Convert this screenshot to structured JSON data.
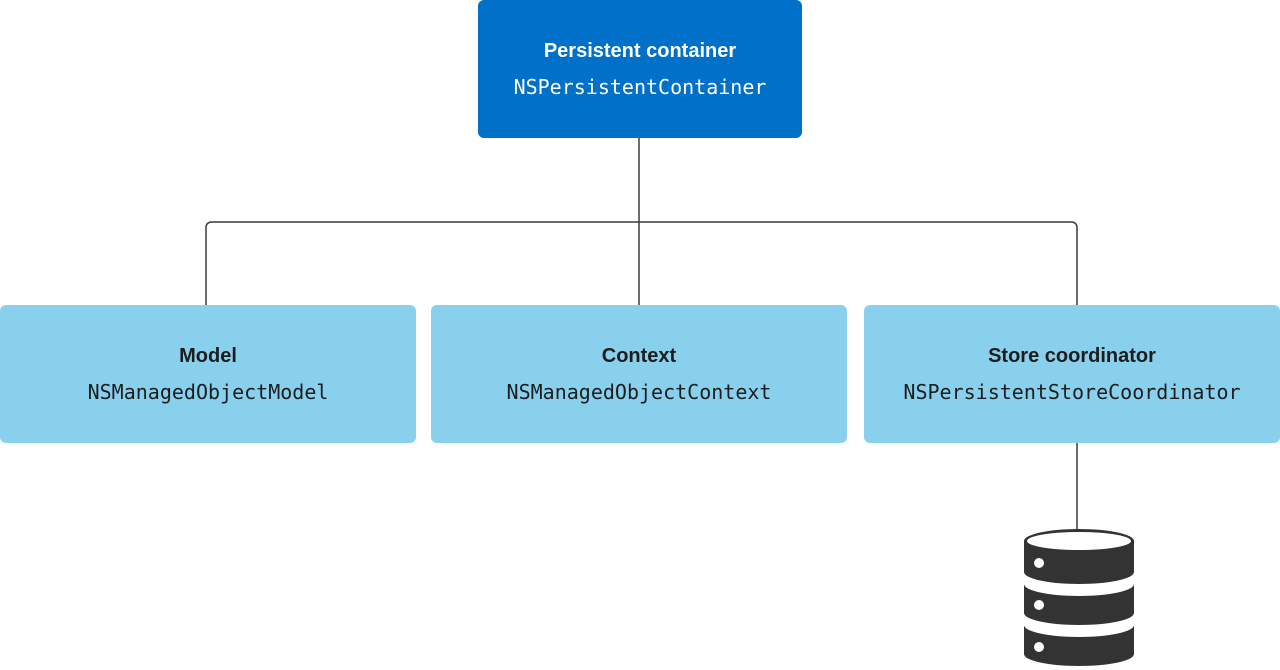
{
  "colors": {
    "primary_fill": "#0070c9",
    "secondary_fill": "#89d0ec",
    "connector": "#3a3a3c",
    "database_icon": "#333333"
  },
  "container": {
    "title": "Persistent container",
    "class_name": "NSPersistentContainer"
  },
  "components": [
    {
      "title": "Model",
      "class_name": "NSManagedObjectModel"
    },
    {
      "title": "Context",
      "class_name": "NSManagedObjectContext"
    },
    {
      "title": "Store coordinator",
      "class_name": "NSPersistentStoreCoordinator"
    }
  ],
  "store": {
    "icon": "database-icon"
  }
}
